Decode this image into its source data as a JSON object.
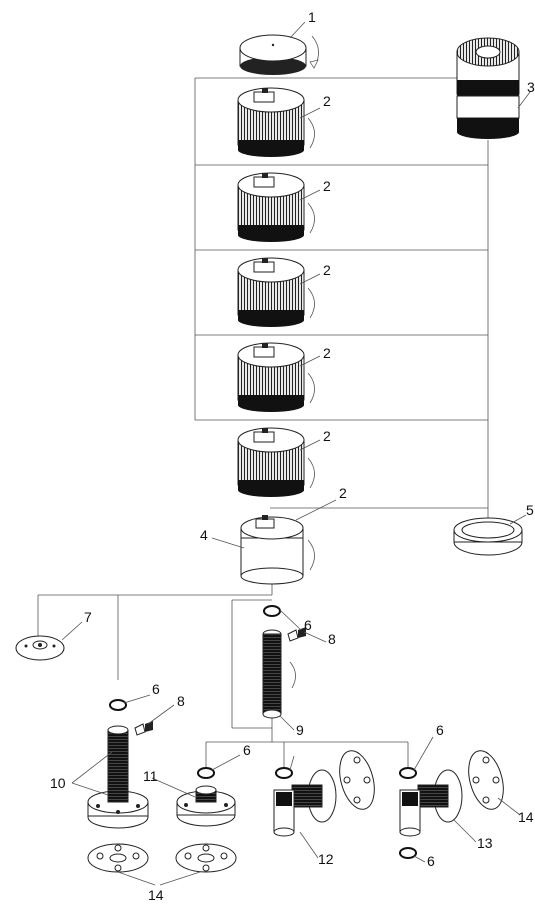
{
  "diagram": {
    "callouts": {
      "c1": "1",
      "c2a": "2",
      "c2b": "2",
      "c2c": "2",
      "c2d": "2",
      "c2e": "2",
      "c2f": "2",
      "c3": "3",
      "c4": "4",
      "c5": "5",
      "c6a": "6",
      "c6b": "6",
      "c6c": "6",
      "c6d": "6",
      "c6e": "6",
      "c7": "7",
      "c8a": "8",
      "c8b": "8",
      "c9": "9",
      "c10": "10",
      "c11": "11",
      "c12": "12",
      "c13": "13",
      "c14a": "14",
      "c14b": "14"
    }
  }
}
